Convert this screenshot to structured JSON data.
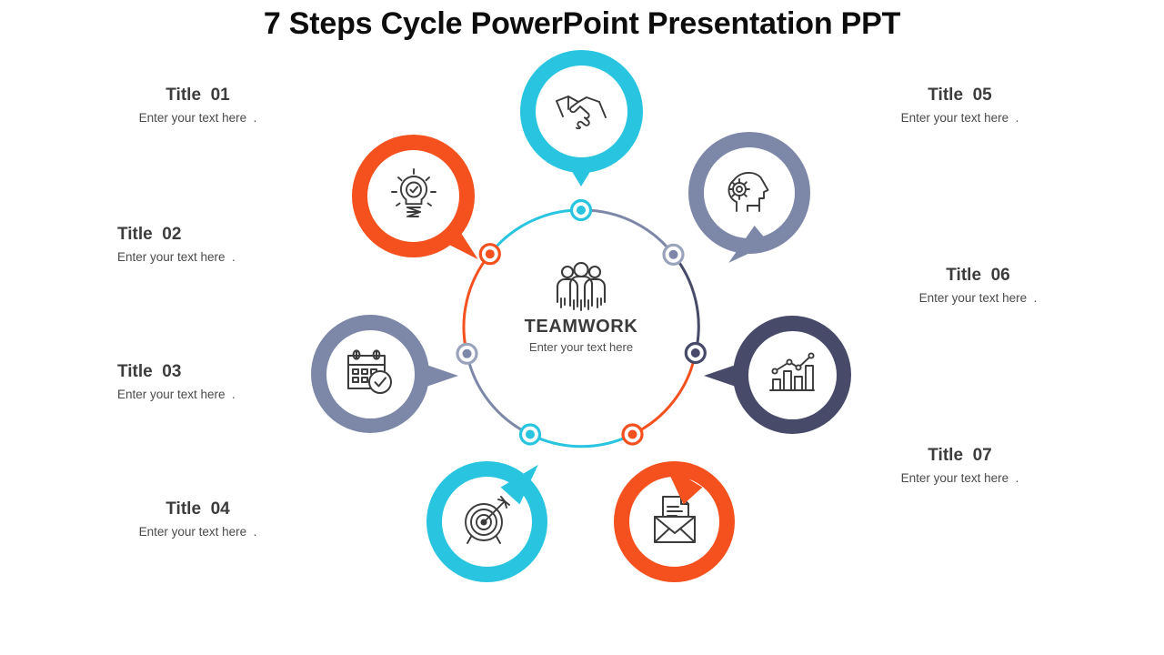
{
  "slide": {
    "title": "7 Steps Cycle PowerPoint Presentation PPT",
    "background": "#ffffff"
  },
  "colors": {
    "cyan": "#29c5e0",
    "orange": "#f4511e",
    "gray": "#7d88a8",
    "navy": "#474a68",
    "title_text": "#0d0d0d",
    "label_title": "#3c3c3c",
    "label_body": "#4a4a4a",
    "icon_stroke": "#3b3b3b"
  },
  "center": {
    "icon": "team-people-icon",
    "title": "TEAMWORK",
    "subtitle": "Enter your text here"
  },
  "steps": [
    {
      "id": "01",
      "title": "Title  01",
      "subtitle": "Enter your text here  .",
      "color": "#29c5e0",
      "color_name": "cyan",
      "icon": "handshake-icon",
      "node_angle_deg": 270,
      "align": "center"
    },
    {
      "id": "02",
      "title": "Title  02",
      "subtitle": "Enter your text here  .",
      "color": "#f4511e",
      "color_name": "orange",
      "icon": "lightbulb-check-icon",
      "node_angle_deg": 218,
      "align": "left"
    },
    {
      "id": "03",
      "title": "Title  03",
      "subtitle": "Enter your text here  .",
      "color": "#7d88a8",
      "color_name": "gray",
      "icon": "calendar-check-icon",
      "node_angle_deg": 168,
      "align": "left"
    },
    {
      "id": "04",
      "title": "Title  04",
      "subtitle": "Enter your text here  .",
      "color": "#29c5e0",
      "color_name": "cyan",
      "icon": "target-arrow-icon",
      "node_angle_deg": 115,
      "align": "center"
    },
    {
      "id": "05",
      "title": "Title  05",
      "subtitle": "Enter your text here  .",
      "color": "#7d88a8",
      "color_name": "gray",
      "icon": "head-gear-icon",
      "node_angle_deg": 322,
      "align": "center"
    },
    {
      "id": "06",
      "title": "Title  06",
      "subtitle": "Enter your text here  .",
      "color": "#474a68",
      "color_name": "navy",
      "icon": "bar-chart-trend-icon",
      "node_angle_deg": 12,
      "align": "center"
    },
    {
      "id": "07",
      "title": "Title  07",
      "subtitle": "Enter your text here  .",
      "color": "#f4511e",
      "color_name": "orange",
      "icon": "email-document-icon",
      "node_angle_deg": 65,
      "align": "center"
    }
  ]
}
